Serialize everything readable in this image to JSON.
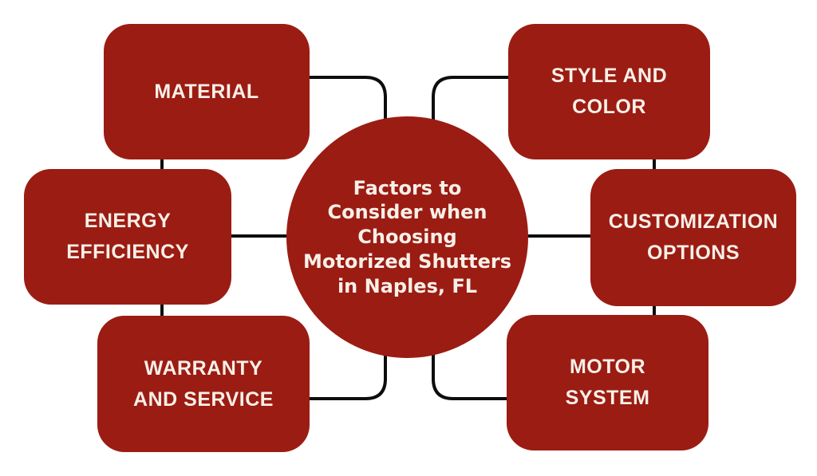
{
  "diagram": {
    "title": "Factors to Consider when Choosing Motorized Shutters in Naples, FL",
    "center": {
      "text": "Factors to\nConsider when\nChoosing\nMotorized Shutters\nin Naples, FL"
    },
    "nodes": [
      {
        "id": "material",
        "label": "MATERIAL"
      },
      {
        "id": "style-and-color",
        "label": "STYLE AND\nCOLOR"
      },
      {
        "id": "energy-efficiency",
        "label": "ENERGY\nEFFICIENCY"
      },
      {
        "id": "customization-options",
        "label": "CUSTOMIZATION\nOPTIONS"
      },
      {
        "id": "warranty-and-service",
        "label": "WARRANTY\nAND SERVICE"
      },
      {
        "id": "motor-system",
        "label": "MOTOR\nSYSTEM"
      }
    ],
    "colors": {
      "node_fill": "#9B1C13",
      "text": "#F7F0E8",
      "connector": "#0D0D0D",
      "background": "#FFFFFF"
    }
  }
}
